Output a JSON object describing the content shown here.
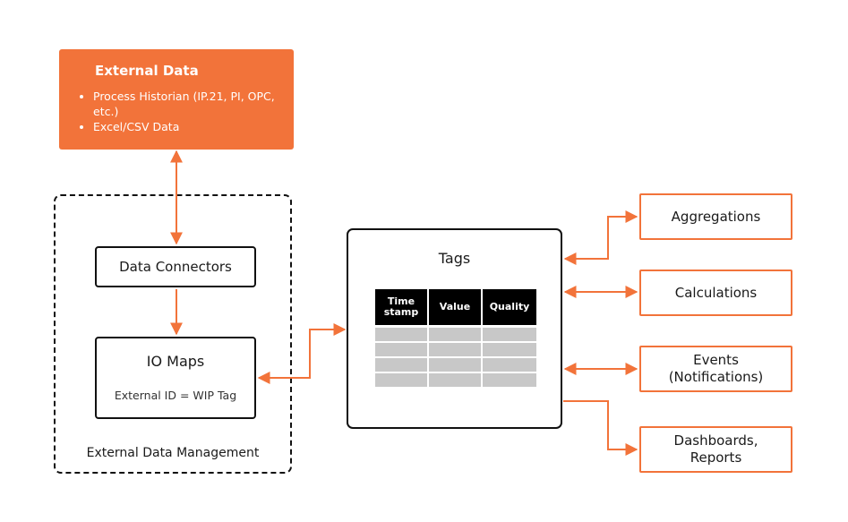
{
  "external_data": {
    "title": "External Data",
    "items": [
      "Process Historian (IP.21, PI, OPC, etc.)",
      "Excel/CSV Data"
    ]
  },
  "management": {
    "label": "External Data Management",
    "connectors_label": "Data Connectors",
    "iomaps_title": "IO Maps",
    "iomaps_subtitle": "External ID = WIP Tag"
  },
  "tags": {
    "title": "Tags",
    "columns": [
      "Time stamp",
      "Value",
      "Quality"
    ],
    "row_count": 4
  },
  "outputs": {
    "aggregations": "Aggregations",
    "calculations": "Calculations",
    "events": "Events (Notifications)",
    "dashboards": "Dashboards, Reports"
  },
  "colors": {
    "accent": "#f2733a",
    "line": "#111111",
    "grid": "#c8c8c8"
  }
}
